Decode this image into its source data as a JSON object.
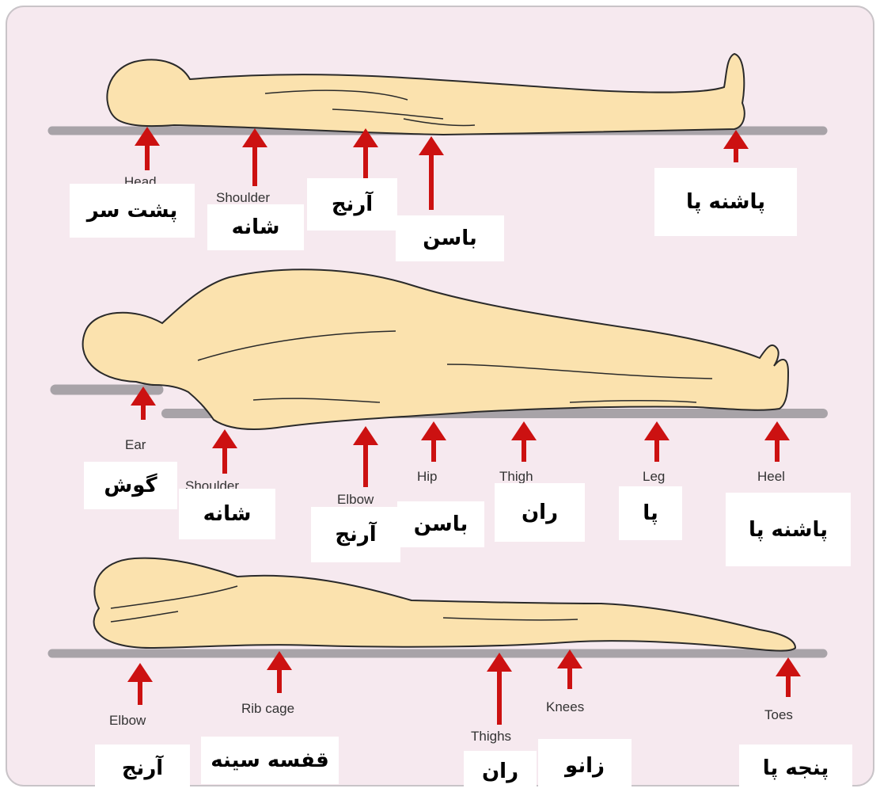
{
  "colors": {
    "background": "#f6e9ef",
    "body_fill": "#fbe2ae",
    "body_stroke": "#2a2a2a",
    "surface": "#a8a3a8",
    "arrow": "#cc1111"
  },
  "figures": {
    "supine": {
      "en": [
        "Head",
        "Shoulder"
      ],
      "fa": [
        "پشت سر",
        "شانه",
        "آرنج",
        "باسن",
        "پاشنه پا"
      ]
    },
    "lateral": {
      "en": [
        "Ear",
        "Shoulder",
        "Elbow",
        "Hip",
        "Thigh",
        "Leg",
        "Heel"
      ],
      "fa": [
        "گوش",
        "شانه",
        "آرنج",
        "باسن",
        "ران",
        "پا",
        "پاشنه پا"
      ]
    },
    "prone": {
      "en": [
        "Elbow",
        "Rib cage",
        "Thighs",
        "Knees",
        "Toes"
      ],
      "fa": [
        "آرنج",
        "قفسه سینه",
        "ران",
        "زانو",
        "پنجه پا"
      ]
    }
  }
}
